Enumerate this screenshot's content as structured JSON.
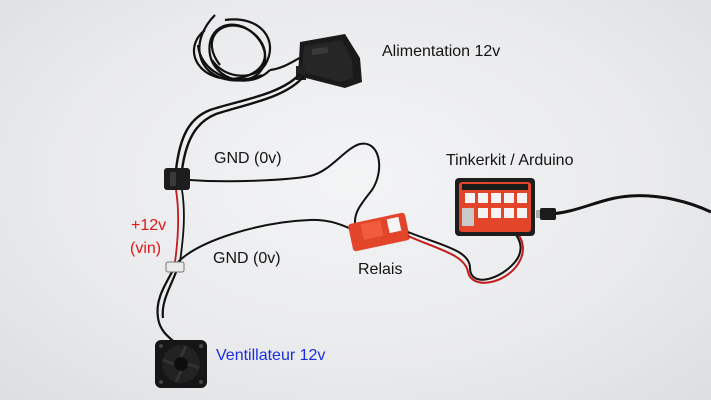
{
  "labels": {
    "power_supply": "Alimentation 12v",
    "gnd_top": "GND (0v)",
    "board": "Tinkerkit / Arduino",
    "plus12v": "+12v",
    "vin": "(vin)",
    "gnd_bottom": "GND (0v)",
    "relay": "Relais",
    "fan": "Ventillateur 12v"
  },
  "colors": {
    "red_text": "#e01818",
    "blue_text": "#1a2ee0",
    "dark_text": "#141414",
    "board_red": "#e2452a",
    "wire_black": "#141414",
    "wire_red": "#c41a1a"
  }
}
